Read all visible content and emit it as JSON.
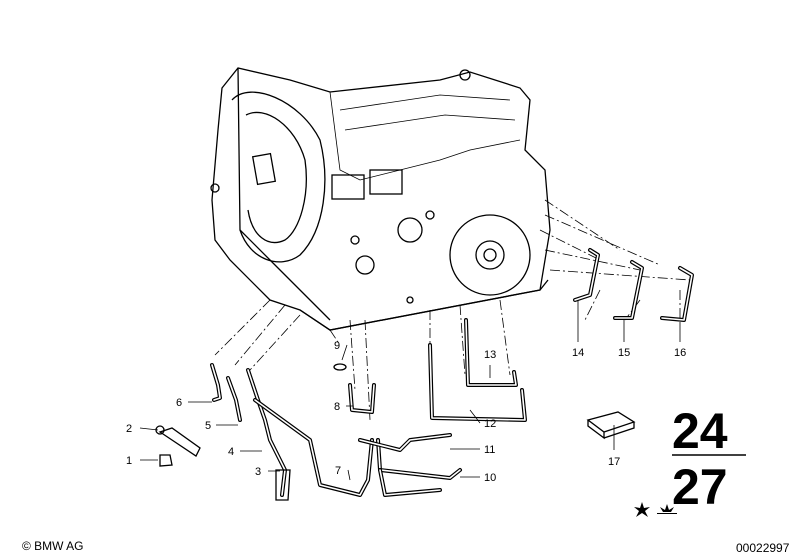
{
  "diagram": {
    "part_labels": [
      "1",
      "2",
      "3",
      "4",
      "5",
      "6",
      "7",
      "8",
      "9",
      "10",
      "11",
      "12",
      "13",
      "14",
      "15",
      "16",
      "17"
    ],
    "group_number_top": "24",
    "group_number_bottom": "27",
    "copyright": "© BMW AG",
    "image_number": "00022997"
  }
}
